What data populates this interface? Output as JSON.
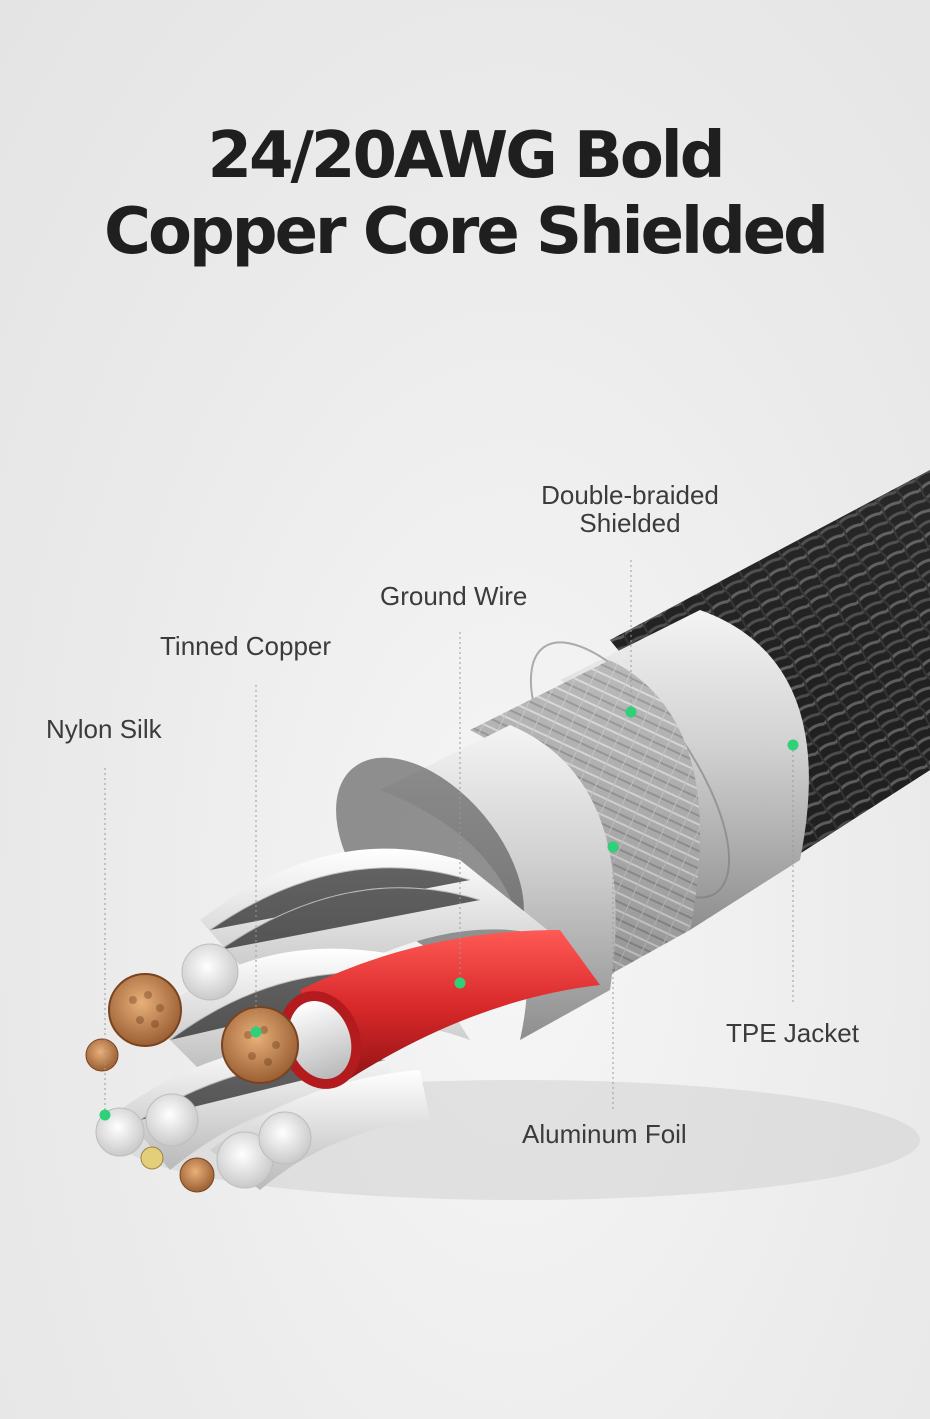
{
  "title": {
    "line1": "24/20AWG Bold",
    "line2": "Copper Core Shielded"
  },
  "labels": {
    "double_braided_line1": "Double-braided",
    "double_braided_line2": "Shielded",
    "ground_wire": "Ground Wire",
    "tinned_copper": "Tinned Copper",
    "nylon_silk": "Nylon Silk",
    "tpe_jacket": "TPE Jacket",
    "aluminum_foil": "Aluminum Foil"
  },
  "colors": {
    "marker_dot": "#2fd07a",
    "title_text": "#1f1f1f",
    "label_text": "#3b3b3b",
    "copper": "#c88a55",
    "red_wire": "#d8282a",
    "braid": "#2a2a2a"
  }
}
